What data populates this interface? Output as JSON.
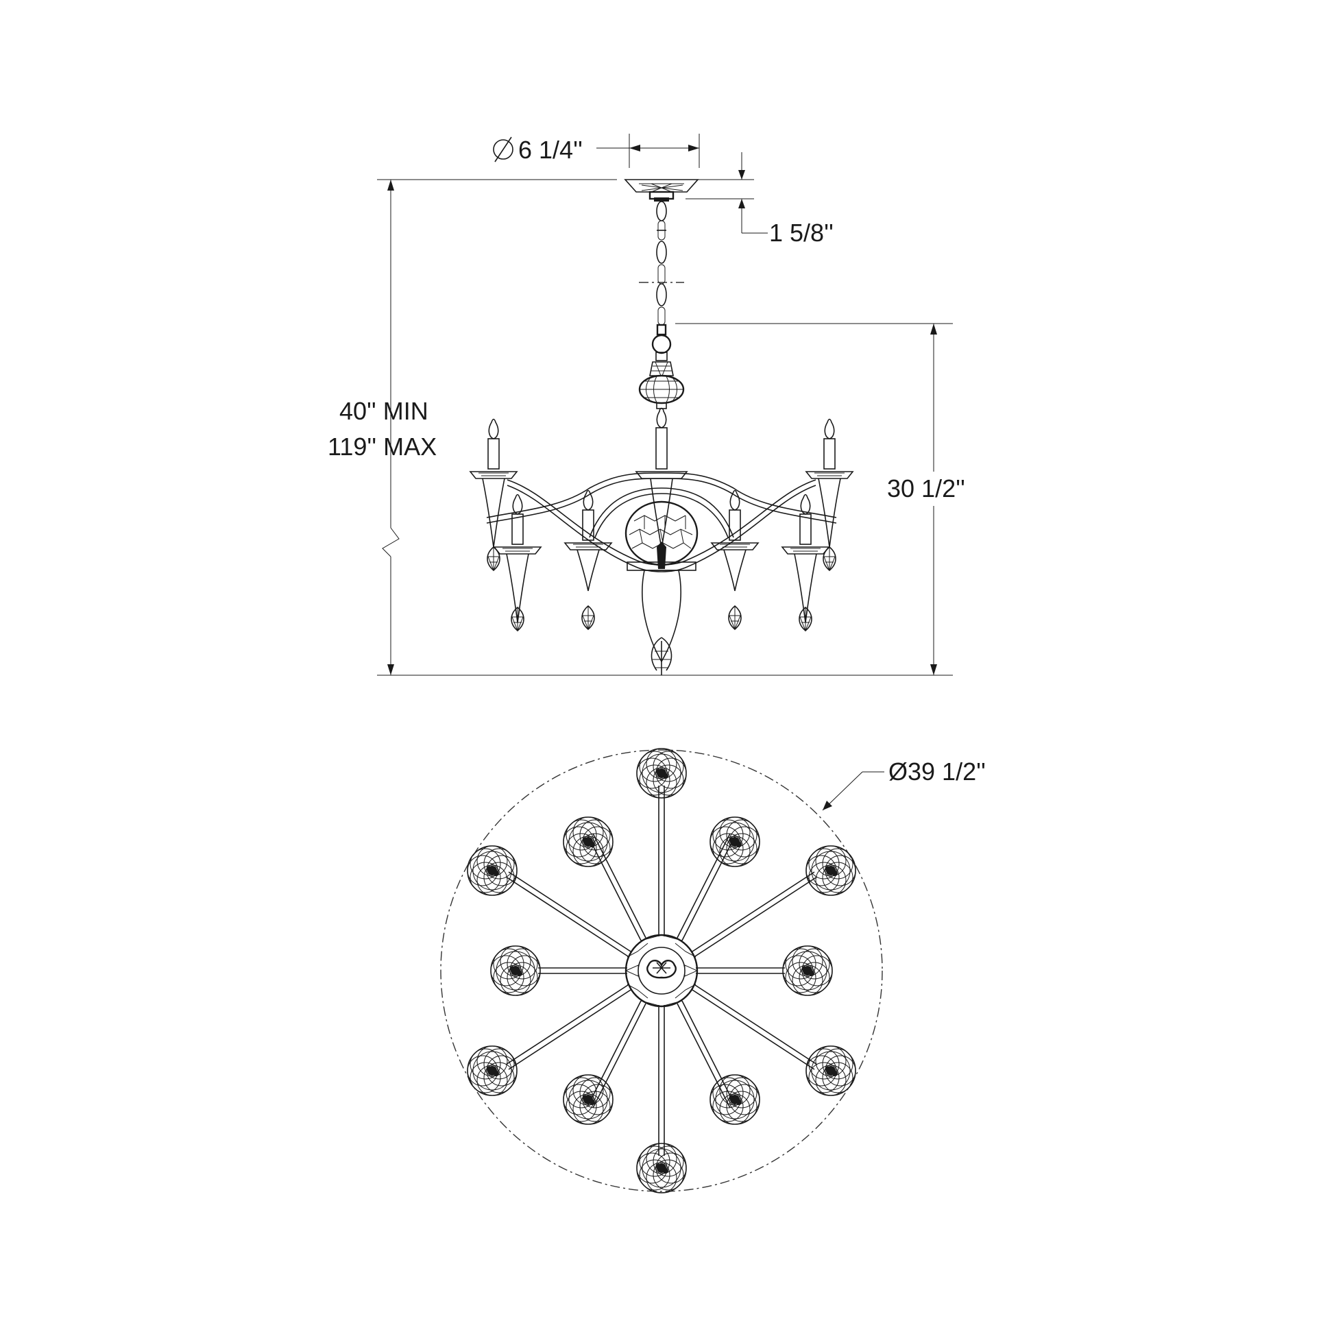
{
  "side_view": {
    "canopy_diameter": "6 1/4''",
    "canopy_height": "1 5/8''",
    "overall_height_min": "40'' MIN",
    "overall_height_max": "119'' MAX",
    "fixture_height": "30 1/2''"
  },
  "bottom_view": {
    "overall_diameter": "Ø39 1/2''"
  },
  "icons": {
    "diameter_symbol": "diameter-symbol-icon"
  }
}
